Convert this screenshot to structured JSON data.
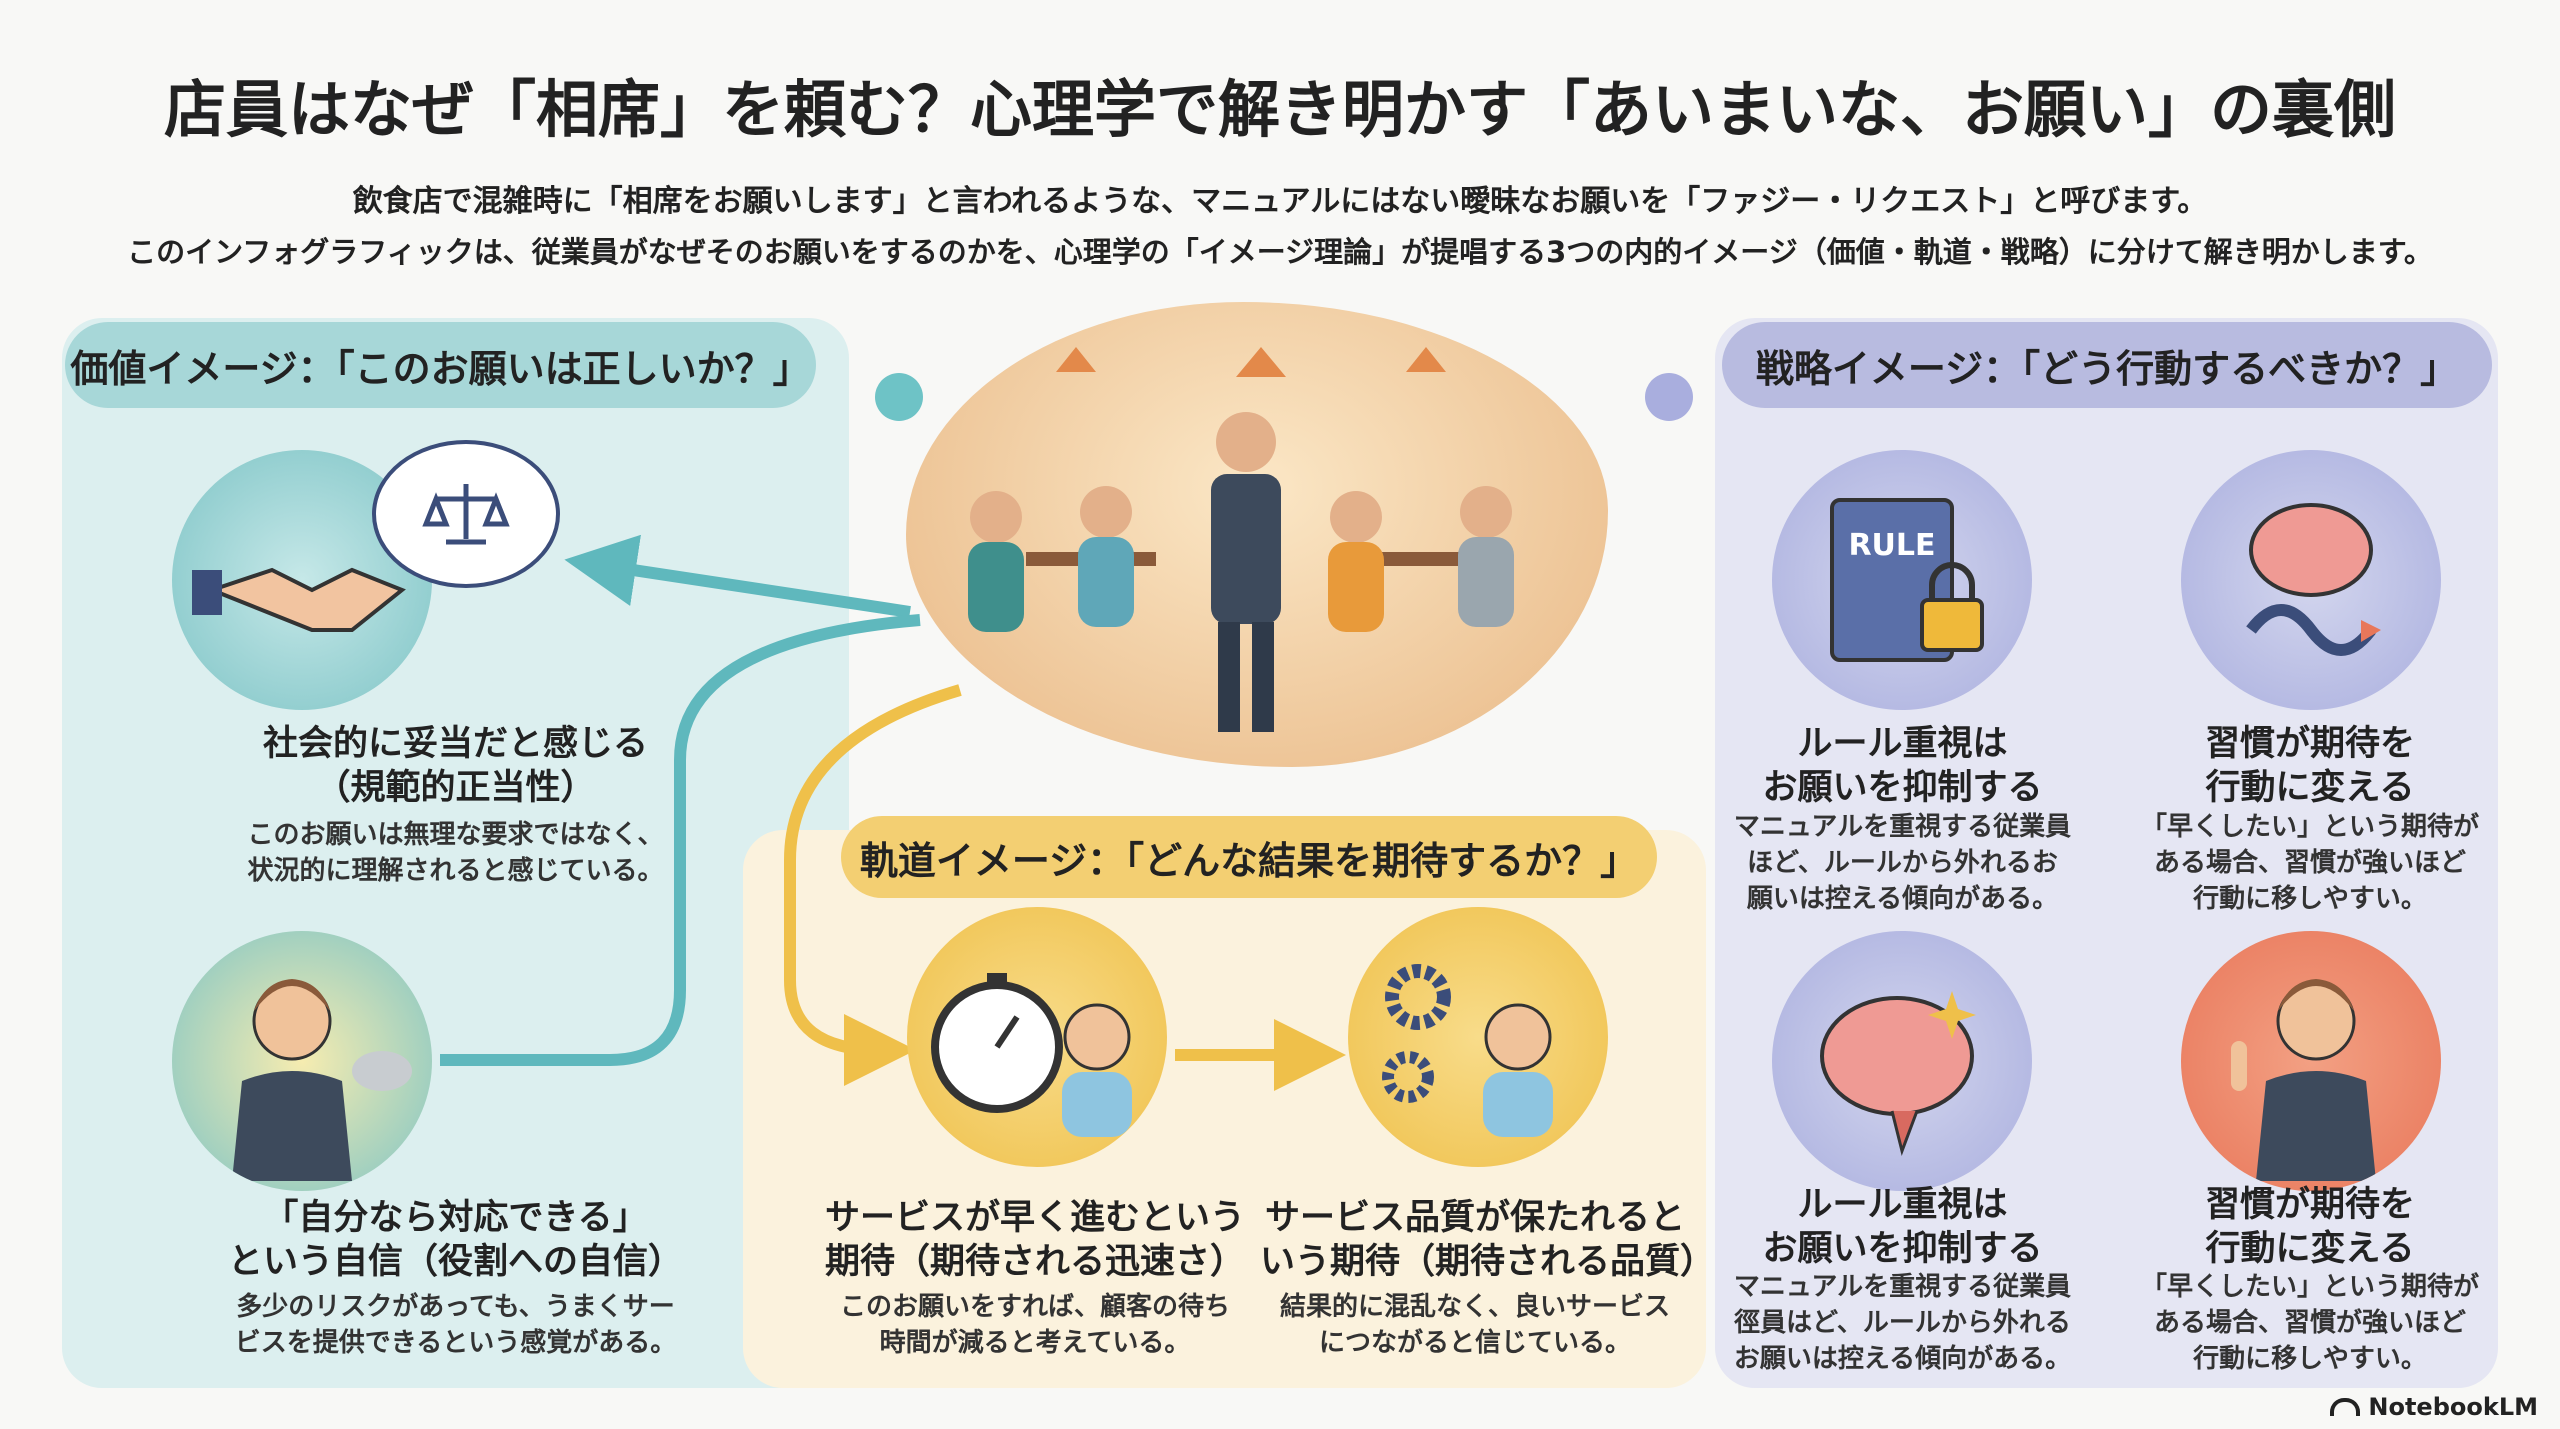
{
  "title": "店員はなぜ「相席」を頼む？心理学で解き明かす「あいまいな、お願い」の裏側",
  "subtitle": [
    "飲食店で混雑時に「相席をお願いします」と言われるような、マニュアルにはない曖昧なお願いを「ファジー・リクエスト」と呼びます。",
    "このインフォグラフィックは、従業員がなぜそのお願いをするのかを、心理学の「イメージ理論」が提唱する3つの内的イメージ（価値・軌道・戦略）に分けて解き明かします。"
  ],
  "value_panel": {
    "header": "価値イメージ：「このお願いは正しいか？」",
    "items": [
      {
        "icon": "handshake-scale-icon",
        "title1": "社会的に妥当だと感じる",
        "title2": "（規範的正当性）",
        "desc1": "このお願いは無理な要求ではなく、",
        "desc2": "状況的に理解されると感じている。"
      },
      {
        "icon": "confident-waiter-icon",
        "title1": "「自分なら対応できる」",
        "title2": "という自信（役割への自信）",
        "desc1": "多少のリスクがあっても、うまくサー",
        "desc2": "ビスを提供できるという感覚がある。"
      }
    ]
  },
  "trajectory_panel": {
    "header": "軌道イメージ：「どんな結果を期待するか？」",
    "items": [
      {
        "icon": "stopwatch-icon",
        "title1": "サービスが早く進むという",
        "title2": "期待（期待される迅速さ）",
        "desc1": "このお願いをすれば、顧客の待ち",
        "desc2": "時間が減ると考えている。"
      },
      {
        "icon": "gears-icon",
        "title1": "サービス品質が保たれると",
        "title2": "いう期待（期待される品質）",
        "desc1": "結果的に混乱なく、良いサービス",
        "desc2": "につながると信じている。"
      }
    ]
  },
  "strategy_panel": {
    "header": "戦略イメージ：「どう行動するべきか？」",
    "rule_label": "RULE",
    "items": [
      {
        "icon": "rulebook-lock-icon",
        "title1": "ルール重視は",
        "title2": "お願いを抑制する",
        "desc": [
          "マニュアルを重視する従業員",
          "ほど、ルールから外れるお",
          "願いは控える傾向がある。"
        ]
      },
      {
        "icon": "brain-loop-icon",
        "title1": "習慣が期待を",
        "title2": "行動に変える",
        "desc": [
          "「早くしたい」という期待が",
          "ある場合、習慣が強いほど",
          "行動に移しやすい。"
        ]
      },
      {
        "icon": "brain-sparkle-icon",
        "title1": "ルール重視は",
        "title2": "お願いを抑制する",
        "desc": [
          "マニュアルを重視する従業員",
          "徑員はど、ルールから外れる",
          "お願いは控える傾向がある。"
        ]
      },
      {
        "icon": "waiter-pointing-icon",
        "title1": "習慣が期待を",
        "title2": "行動に変える",
        "desc": [
          "「早くしたい」という期待が",
          "ある場合、習慣が強いほど",
          "行動に移しやすい。"
        ]
      }
    ]
  },
  "footer": {
    "brand": "NotebookLM"
  },
  "colors": {
    "teal": "#5fb8bd",
    "yellow": "#efc04a",
    "lavender": "#a9aede",
    "coral": "#e8775a"
  }
}
